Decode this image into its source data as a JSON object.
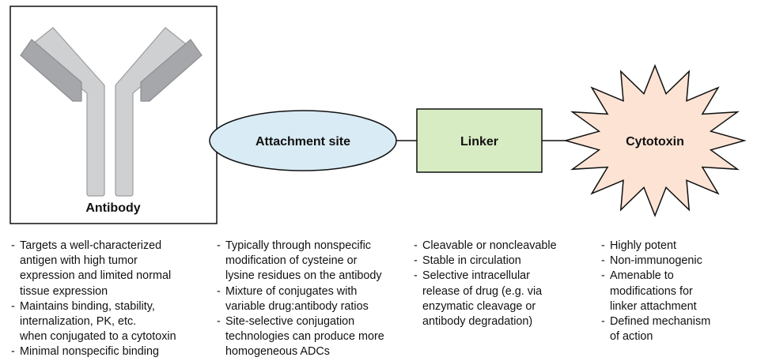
{
  "nodes": {
    "antibody": "Antibody",
    "attachment_site": "Attachment site",
    "linker": "Linker",
    "cytotoxin": "Cytotoxin"
  },
  "colors": {
    "antibody_gray": "#cfd0d2",
    "antibody_dark": "#a6a7aa",
    "attachment_fill": "#d9ebf5",
    "linker_fill": "#d7ecc3",
    "cytotoxin_fill": "#fde3d4"
  },
  "notes": {
    "antibody": [
      "Targets a well-characterized\nantigen with high tumor\nexpression and limited normal\ntissue expression",
      "Maintains binding, stability,\ninternalization, PK, etc.\nwhen conjugated to a cytotoxin",
      "Minimal nonspecific binding"
    ],
    "attachment_site": [
      "Typically through nonspecific\nmodification of cysteine or\nlysine residues on the antibody",
      "Mixture of conjugates with\nvariable drug:antibody ratios",
      "Site-selective conjugation\ntechnologies can produce more\nhomogeneous ADCs"
    ],
    "linker": [
      "Cleavable or noncleavable",
      "Stable in circulation",
      "Selective intracellular\nrelease of drug (e.g. via\nenzymatic cleavage or\nantibody degradation)"
    ],
    "cytotoxin": [
      "Highly potent",
      "Non-immunogenic",
      "Amenable to\nmodifications for\nlinker attachment",
      "Defined mechanism\nof action"
    ]
  }
}
